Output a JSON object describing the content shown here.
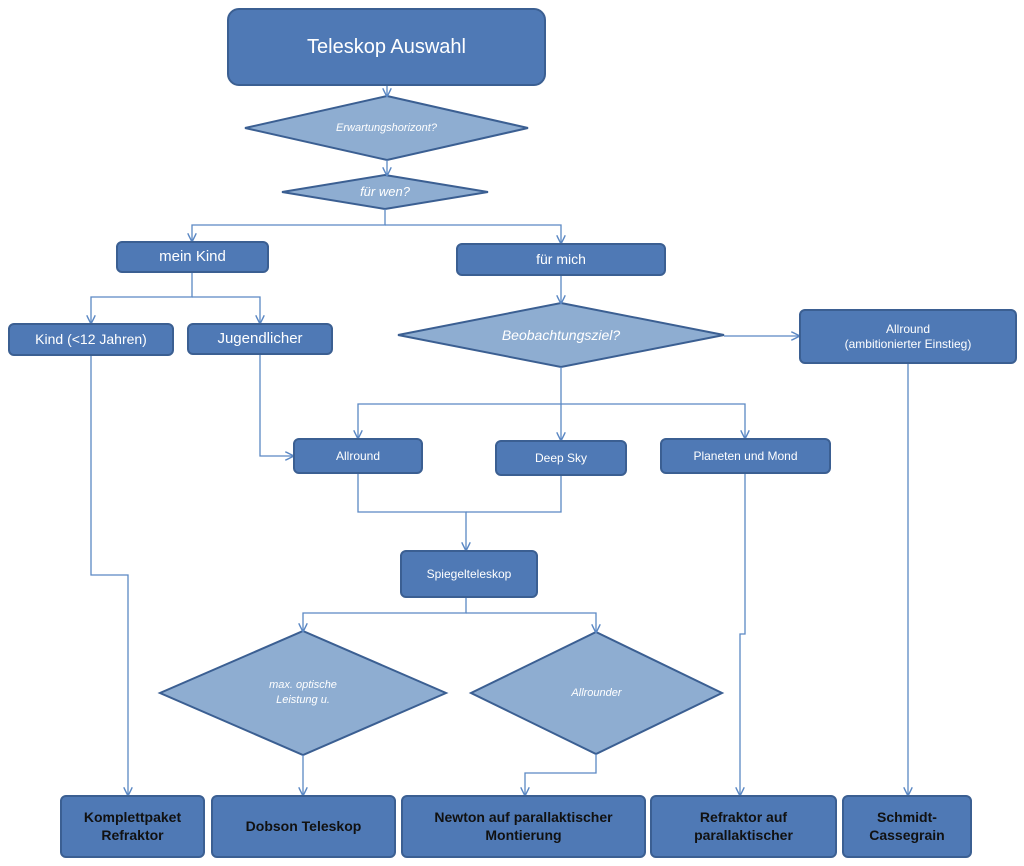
{
  "title": "Teleskop Auswahl",
  "decisions": {
    "expectation": "Erwartungshorizont?",
    "for_whom": "für wen?",
    "observation_goal": "Beobachtungsziel?",
    "max_performance": "max. optische\nLeistung u.",
    "allrounder": "Allrounder"
  },
  "groups": {
    "my_child": "mein Kind",
    "for_me": "für mich",
    "child_under_12": "Kind (<12 Jahren)",
    "teenager": "Jugendlicher",
    "allround_ambitious": "Allround\n(ambitionierter Einstieg)",
    "allround": "Allround",
    "deep_sky": "Deep Sky",
    "planets_moon": "Planeten und Mond",
    "mirror_telescope": "Spiegelteleskop"
  },
  "results": {
    "complete_refractor": "Komplettpaket\nRefraktor",
    "dobson": "Dobson Teleskop",
    "newton": "Newton auf parallaktischer\nMontierung",
    "refractor_parallactic": "Refraktor auf\nparallaktischer",
    "schmidt_cassegrain": "Schmidt-\nCassegrain"
  },
  "colors": {
    "box_fill": "#4f79b5",
    "box_border": "#3b5f92",
    "diamond_fill": "#8eadd1",
    "line": "#5b88c4"
  }
}
